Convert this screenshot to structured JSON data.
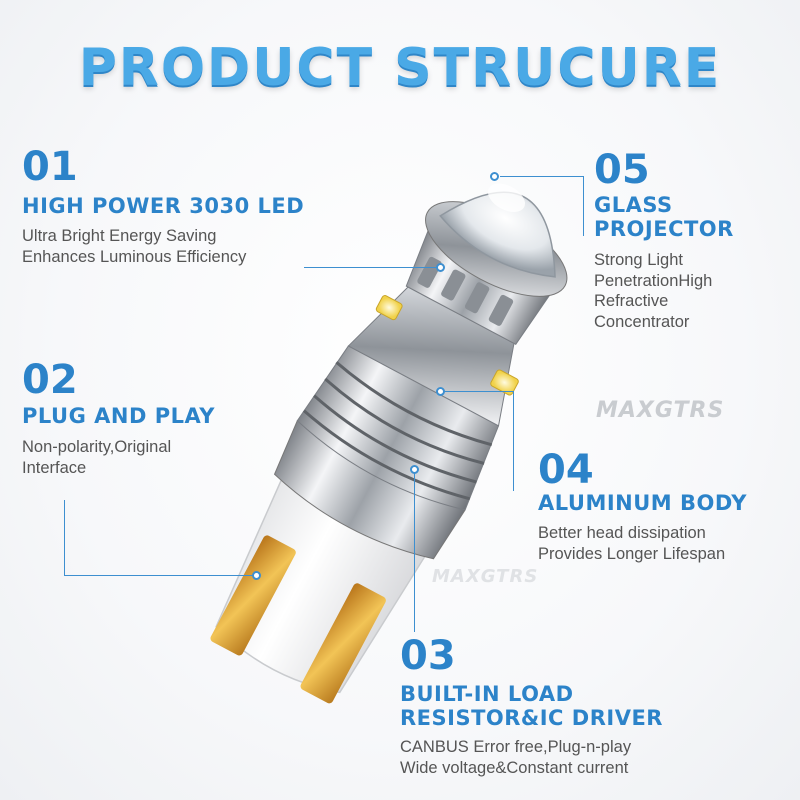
{
  "title": "PRODUCT STRUCURE",
  "brand": "MAXGTRS",
  "features": [
    {
      "num": "01",
      "title": "HIGH POWER 3030 LED",
      "desc": [
        "Ultra Bright Energy Saving",
        "Enhances Luminous Efficiency"
      ]
    },
    {
      "num": "02",
      "title": "PLUG AND PLAY",
      "desc": [
        "Non-polarity,Original",
        "Interface"
      ]
    },
    {
      "num": "03",
      "title": [
        "BUILT-IN LOAD",
        "RESISTOR&IC DRIVER"
      ],
      "desc": [
        "CANBUS Error free,Plug-n-play",
        "Wide voltage&Constant current"
      ]
    },
    {
      "num": "04",
      "title": "ALUMINUM BODY",
      "desc": [
        "Better head dissipation",
        "Provides Longer Lifespan"
      ]
    },
    {
      "num": "05",
      "title": [
        "GLASS",
        "PROJECTOR"
      ],
      "desc": [
        "Strong Light",
        "PenetrationHigh",
        "Refractive",
        "Concentrator"
      ]
    }
  ],
  "colors": {
    "accent": "#2c83c9",
    "title": "#4aa9e6",
    "line": "#3d8fd0",
    "gold": "#d49a2a"
  }
}
